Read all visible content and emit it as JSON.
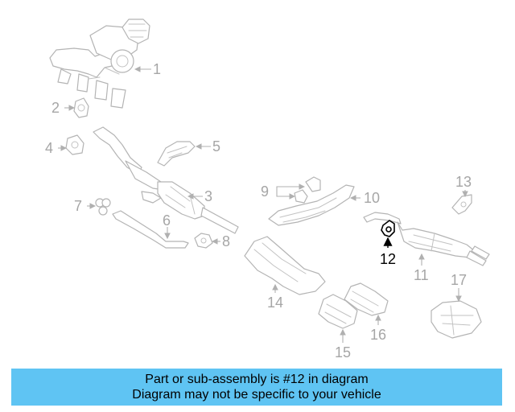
{
  "callouts": [
    "1",
    "2",
    "3",
    "4",
    "5",
    "6",
    "7",
    "8",
    "9",
    "10",
    "11",
    "12",
    "13",
    "14",
    "15",
    "16",
    "17"
  ],
  "highlighted_part": "12",
  "colors": {
    "banner": "#5fc4f3",
    "highlight": "#000000",
    "parts": "#b4b4b4",
    "labels": "#a6a6a6"
  },
  "banner": {
    "line1": "Part or sub-assembly is #12 in diagram",
    "line2": "Diagram may not be specific to your vehicle"
  }
}
